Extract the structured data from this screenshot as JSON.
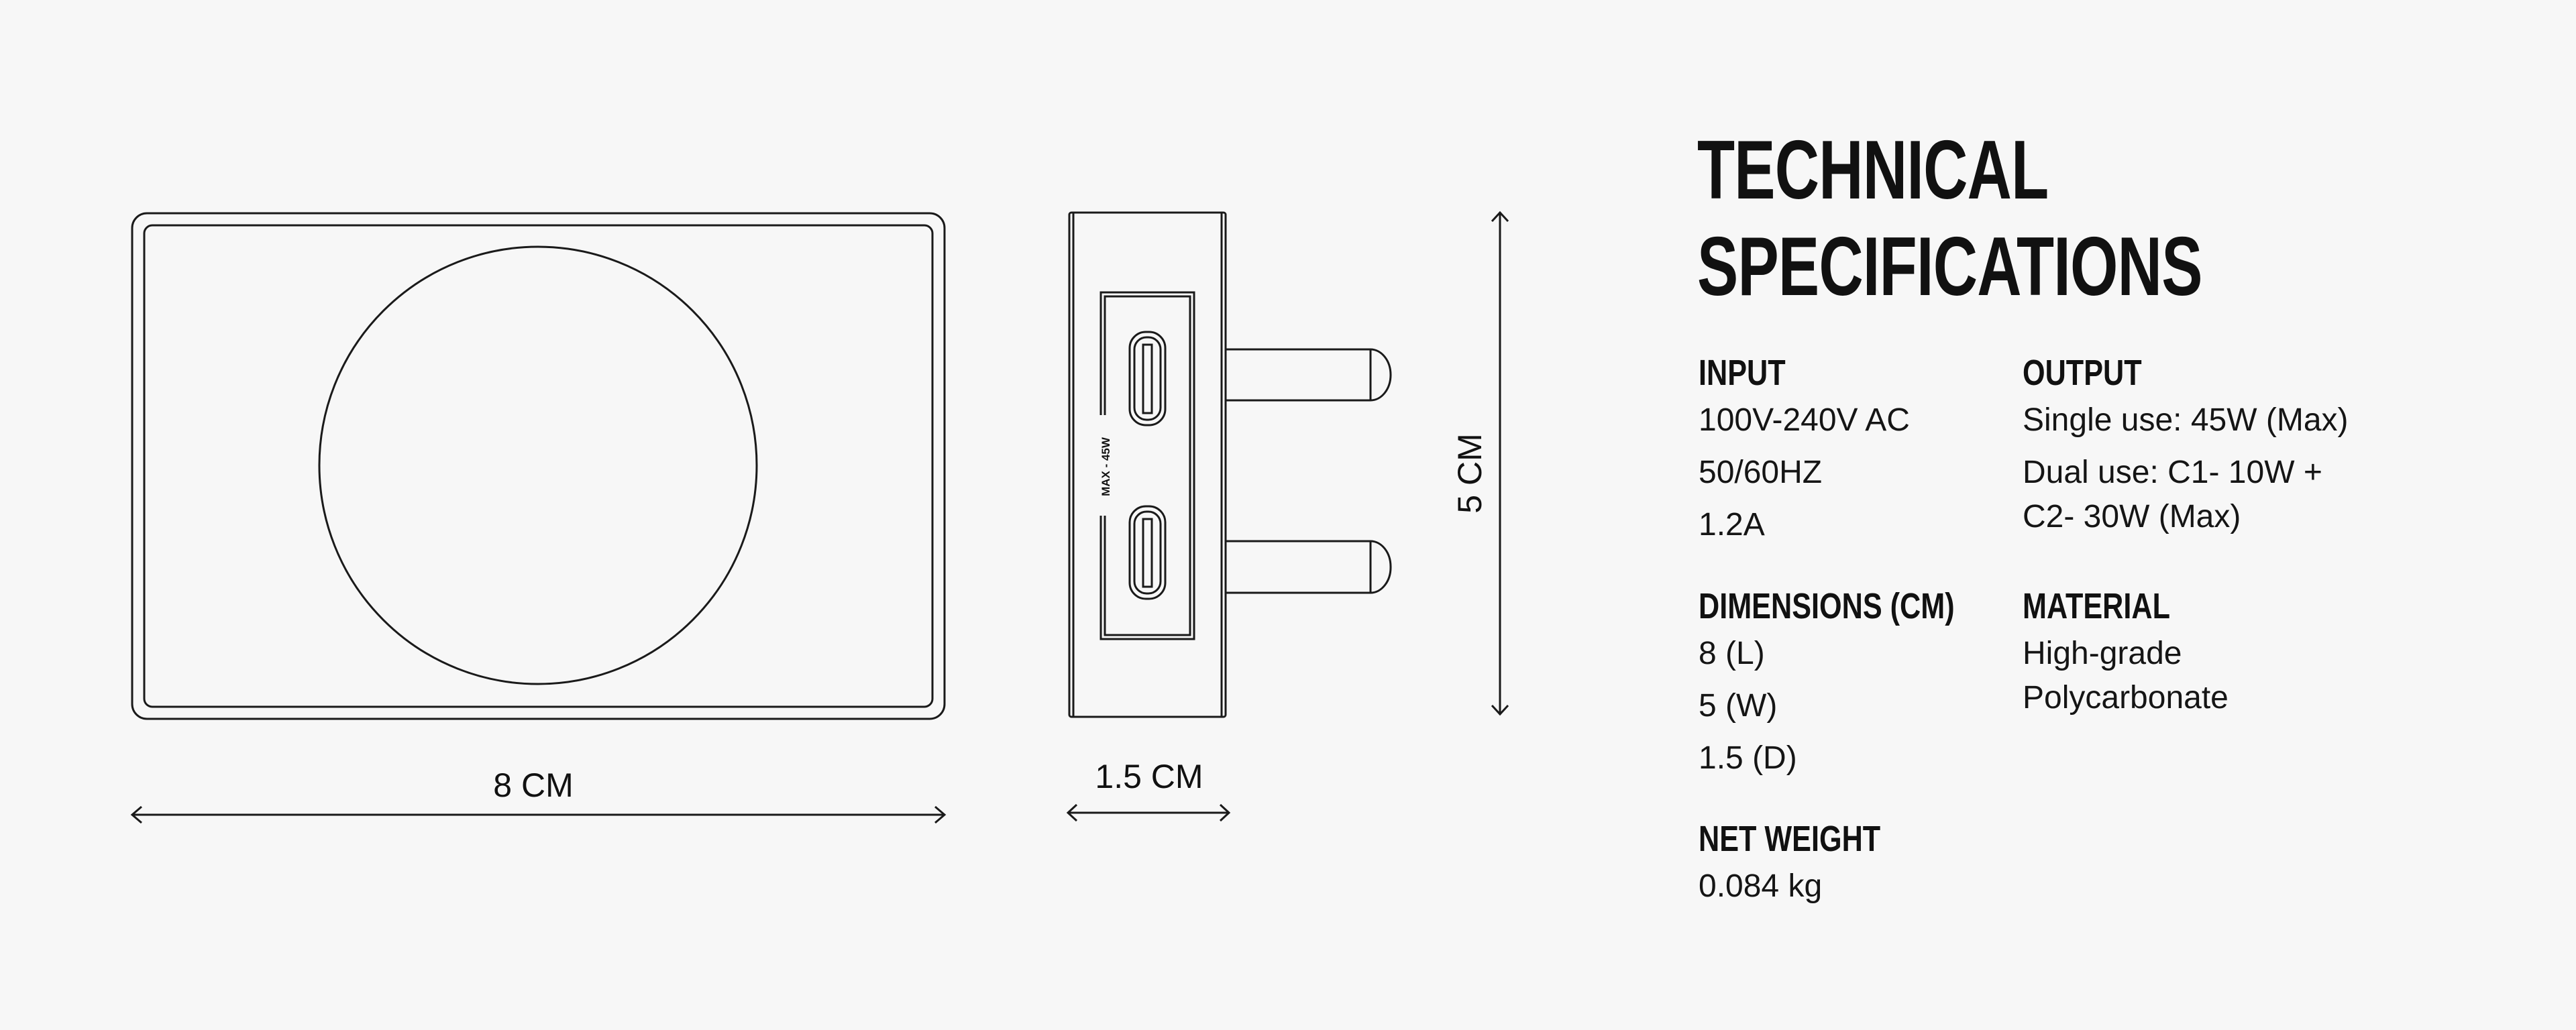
{
  "diagram": {
    "front_width_label": "8 CM",
    "depth_label": "1.5 CM",
    "height_label": "5 CM",
    "port_label": "MAX - 45W"
  },
  "specs": {
    "title_line1": "TECHNICAL",
    "title_line2": "SPECIFICATIONS",
    "input": {
      "label": "INPUT",
      "values": [
        "100V-240V AC",
        "50/60HZ",
        "1.2A"
      ]
    },
    "output": {
      "label": "OUTPUT",
      "values": [
        "Single use: 45W (Max)",
        "Dual use: C1- 10W +",
        "C2- 30W (Max)"
      ]
    },
    "dimensions": {
      "label": "DIMENSIONS (CM)",
      "values": [
        "8 (L)",
        "5 (W)",
        "1.5 (D)"
      ]
    },
    "material": {
      "label": "MATERIAL",
      "values": [
        "High-grade",
        "Polycarbonate"
      ]
    },
    "net_weight": {
      "label": "NET WEIGHT",
      "values": [
        "0.084 kg"
      ]
    }
  }
}
